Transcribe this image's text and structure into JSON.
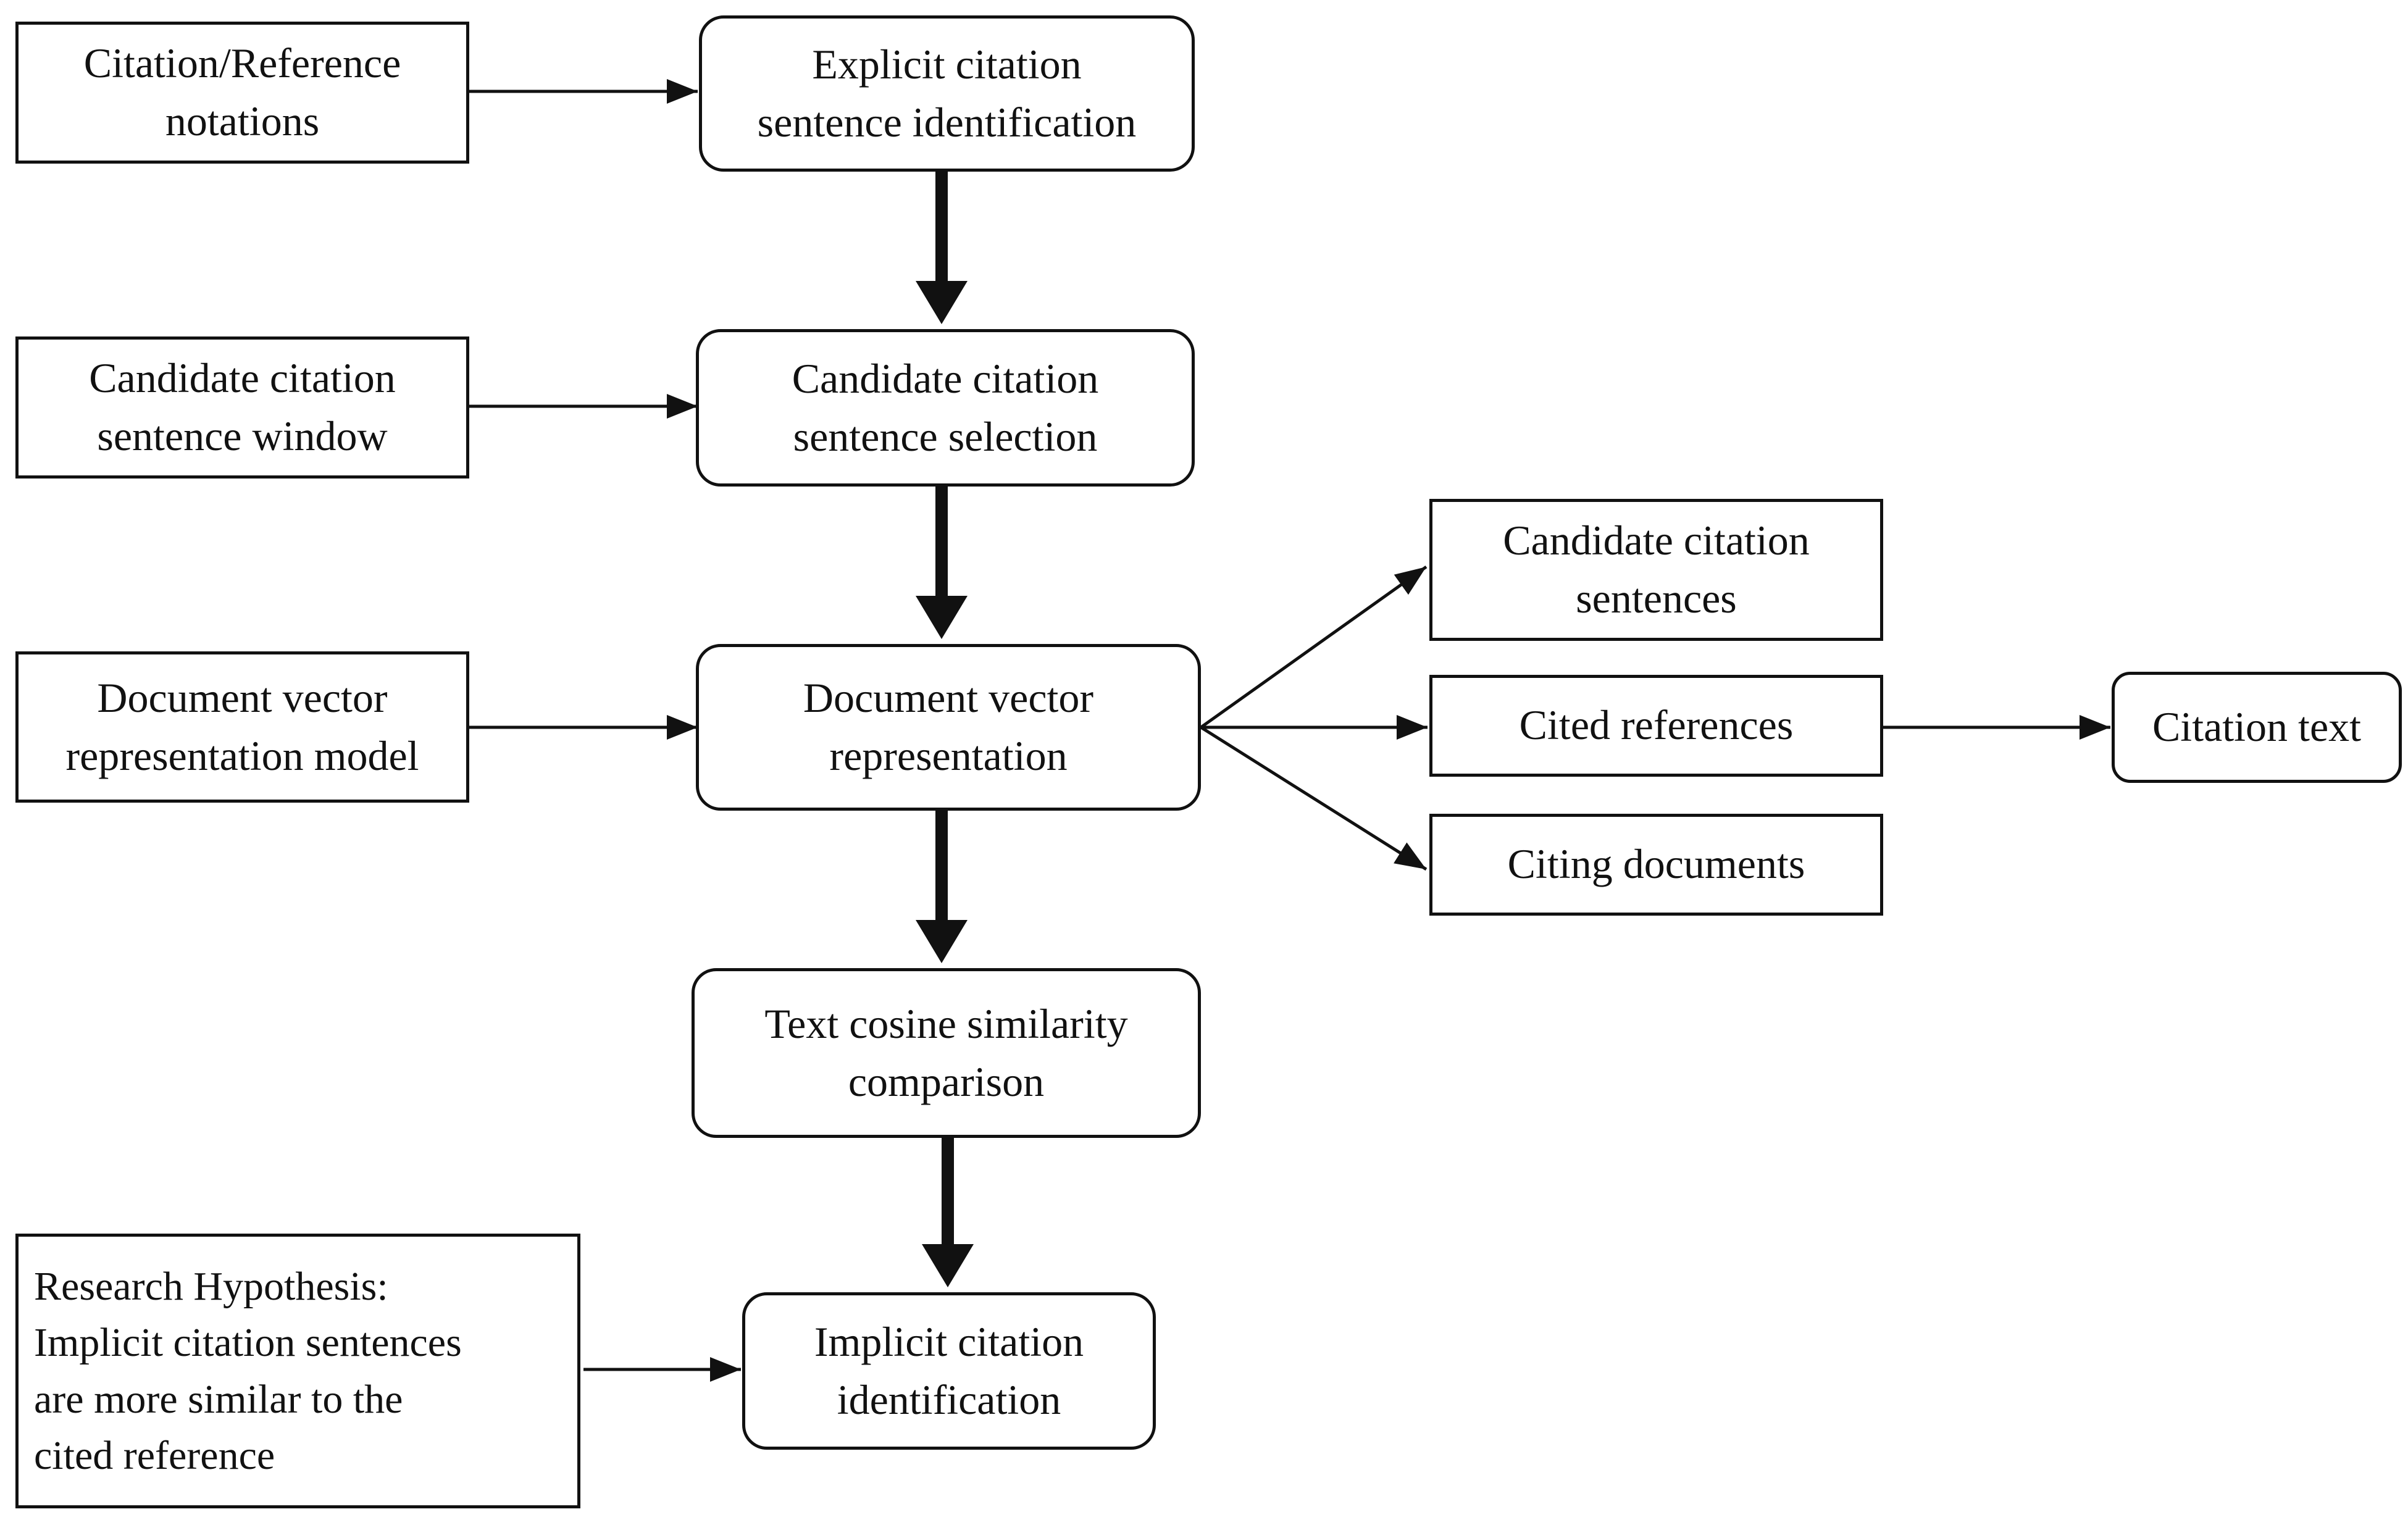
{
  "inputs": {
    "citation_reference_notations": "Citation/Reference\nnotations",
    "candidate_sentence_window": "Candidate citation\nsentence window",
    "document_vector_model": "Document vector\nrepresentation model",
    "research_hypothesis": "Research Hypothesis:\nImplicit citation sentences\nare more similar to the\ncited reference"
  },
  "steps": {
    "explicit_identification": "Explicit citation\nsentence identification",
    "candidate_selection": "Candidate citation\nsentence selection",
    "document_vector_representation": "Document vector\nrepresentation",
    "cosine_similarity": "Text cosine similarity\ncomparison",
    "implicit_identification": "Implicit citation\nidentification"
  },
  "outputs": {
    "candidate_sentences": "Candidate citation\nsentences",
    "cited_references": "Cited references",
    "citing_documents": "Citing documents",
    "citation_text": "Citation text"
  }
}
